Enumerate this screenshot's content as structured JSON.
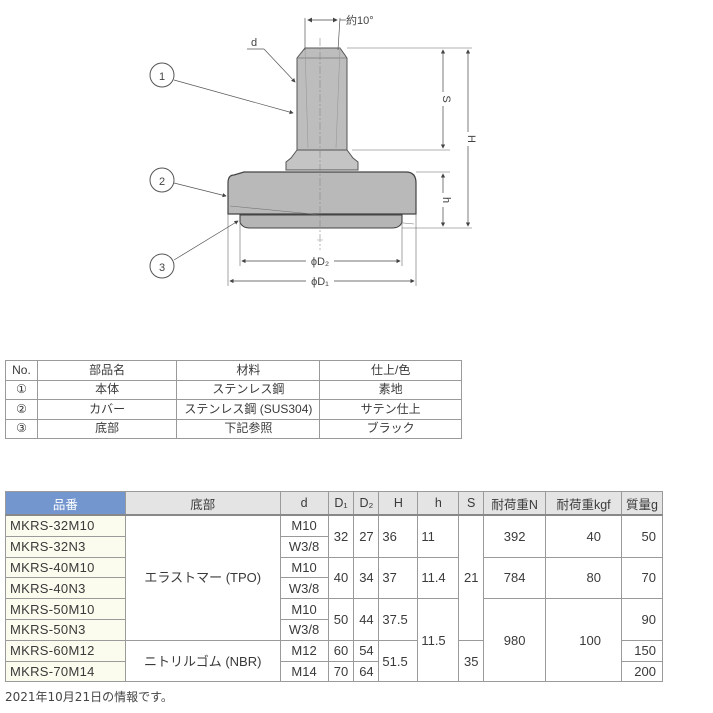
{
  "drawing": {
    "angle_label": "約10°",
    "thread_label": "d",
    "callouts": [
      "1",
      "2",
      "3"
    ],
    "dim_S": "S",
    "dim_H": "H",
    "dim_h": "h",
    "dim_D2": "ϕD₂",
    "dim_D1": "ϕD₁"
  },
  "parts_table": {
    "headers": [
      "No.",
      "部品名",
      "材料",
      "仕上/色"
    ],
    "rows": [
      {
        "no": "①",
        "name": "本体",
        "material": "ステンレス鋼",
        "finish": "素地"
      },
      {
        "no": "②",
        "name": "カバー",
        "material": "ステンレス鋼 (SUS304)",
        "finish": "サテン仕上"
      },
      {
        "no": "③",
        "name": "底部",
        "material": "下記参照",
        "finish": "ブラック"
      }
    ]
  },
  "spec_table": {
    "headers": {
      "part_no": "品番",
      "bottom": "底部",
      "d": "d",
      "D1": "D₁",
      "D2": "D₂",
      "H": "H",
      "h": "h",
      "S": "S",
      "load_n": "耐荷重N",
      "load_kgf": "耐荷重kgf",
      "mass": "質量g"
    },
    "accent_color": "#7496cf",
    "part_numbers": [
      "MKRS-32M10",
      "MKRS-32N3",
      "MKRS-40M10",
      "MKRS-40N3",
      "MKRS-50M10",
      "MKRS-50N3",
      "MKRS-60M12",
      "MKRS-70M14"
    ],
    "bottom": [
      "エラストマー (TPO)",
      "ニトリルゴム (NBR)"
    ],
    "d": [
      "M10",
      "W3/8",
      "M10",
      "W3/8",
      "M10",
      "W3/8",
      "M12",
      "M14"
    ],
    "D1": [
      "32",
      "40",
      "50",
      "60",
      "70"
    ],
    "D2": [
      "27",
      "34",
      "44",
      "54",
      "64"
    ],
    "H": [
      "36",
      "37",
      "37.5",
      "51.5"
    ],
    "h": [
      "11",
      "11.4",
      "11.5"
    ],
    "S": [
      "21",
      "35"
    ],
    "load_n": [
      "392",
      "784",
      "980"
    ],
    "load_kgf": [
      "40",
      "80",
      "100"
    ],
    "mass": [
      "50",
      "70",
      "90",
      "150",
      "200"
    ]
  },
  "note": "2021年10月21日の情報です。"
}
